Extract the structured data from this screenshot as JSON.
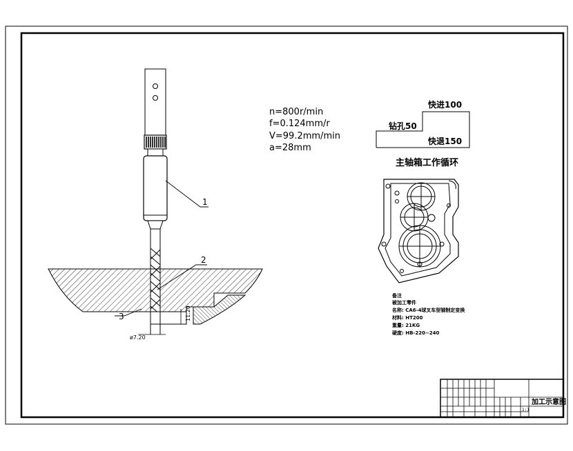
{
  "params": {
    "n": "n=800r/min",
    "f": "f=0.124mm/r",
    "v": "V=99.2mm/min",
    "a": "a=28mm"
  },
  "callouts": {
    "c1": "1",
    "c2": "2",
    "c3": "3"
  },
  "dimensions": {
    "diameter": "ø7.20",
    "depth": "11.20"
  },
  "cycle": {
    "fast_in": "快进100",
    "drill": "钻孔50",
    "fast_out": "快退150",
    "title": "主轴箱工作循环"
  },
  "notes": {
    "heading": "备注",
    "line1": "被加工零件",
    "line2": "名称: CA6-4球叉车型钢制定变换",
    "line3": "材料: HT200",
    "line4": "重量: 21KG",
    "line5": "硬度: HB-220~240"
  },
  "title_block": {
    "drawing_title": "加工示意图",
    "scale": "1:1"
  }
}
